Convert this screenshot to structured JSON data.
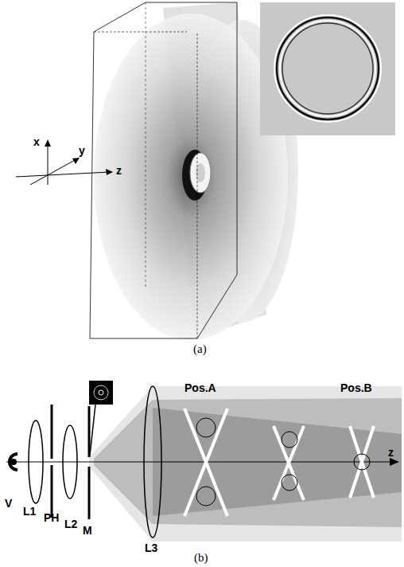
{
  "diagram": {
    "labels": [
      "x",
      "y",
      "z",
      "(a)",
      "V",
      "L1",
      "PH",
      "L2",
      "M",
      "L3",
      "Pos.A",
      "Pos.B",
      "z",
      "(b)"
    ]
  }
}
